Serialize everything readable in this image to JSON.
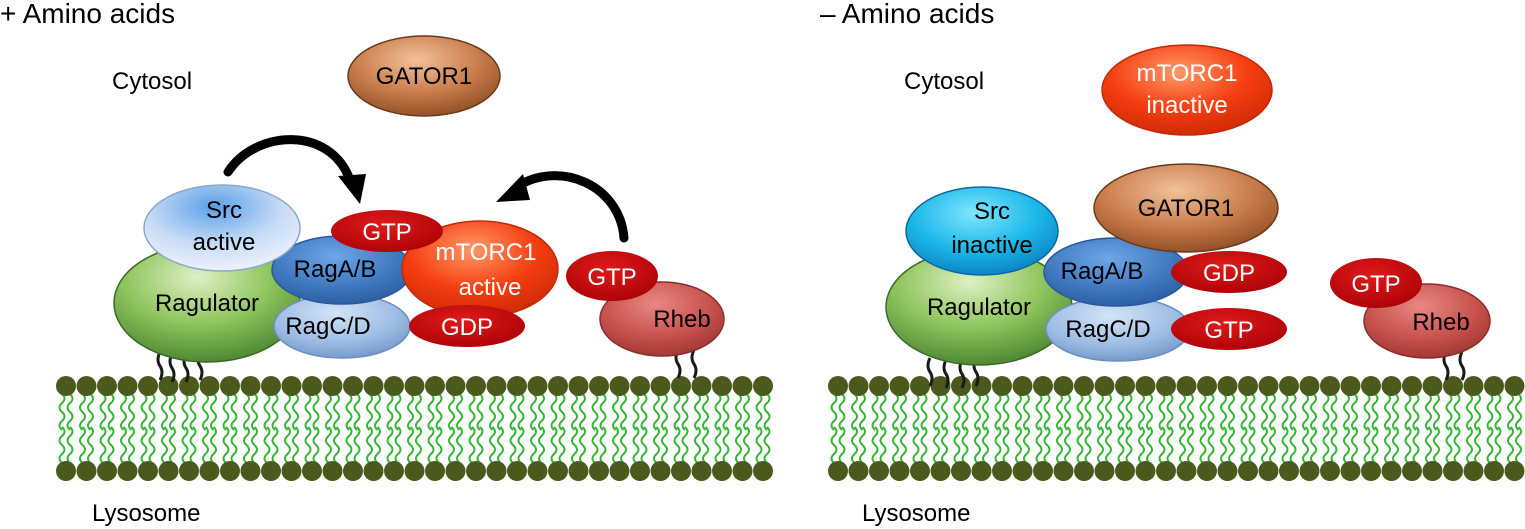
{
  "left_panel": {
    "title": "+ Amino acids",
    "cytosol": "Cytosol",
    "lysosome": "Lysosome",
    "gator1": "GATOR1",
    "src": [
      "Src",
      "active"
    ],
    "ragulator": "Ragulator",
    "ragab": "RagA/B",
    "ragcd": "RagC/D",
    "ragab_nucleotide": "GTP",
    "ragcd_nucleotide": "GDP",
    "mtorc1": [
      "mTORC1",
      "active"
    ],
    "rheb": "Rheb",
    "rheb_nucleotide": "GTP"
  },
  "right_panel": {
    "title": "– Amino acids",
    "cytosol": "Cytosol",
    "lysosome": "Lysosome",
    "mtorc1": [
      "mTORC1",
      "inactive"
    ],
    "gator1": "GATOR1",
    "src": [
      "Src",
      "inactive"
    ],
    "ragulator": "Ragulator",
    "ragab": "RagA/B",
    "ragcd": "RagC/D",
    "ragab_nucleotide": "GDP",
    "ragcd_nucleotide": "GTP",
    "rheb": "Rheb",
    "rheb_nucleotide": "GTP"
  },
  "colors": {
    "gator1": "#b0653a",
    "mtorc1": "#f23a0c",
    "src_active": "#a9cdf2",
    "src_inactive": "#19b4e6",
    "ragulator": "#7cb44a",
    "ragab": "#3f78bf",
    "ragcd": "#9dbde3",
    "nucleotide": "#c4050a",
    "rheb": "#c6504c",
    "lipid_head": "#4a5a1c",
    "lipid_tail": "#35b535",
    "arrow": "#000000"
  }
}
